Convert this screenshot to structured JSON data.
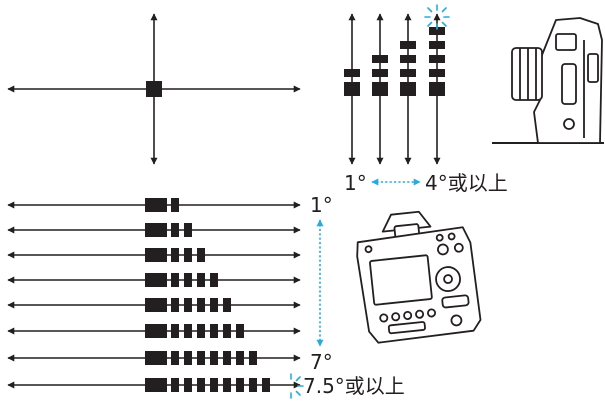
{
  "labels": {
    "tilt_min": "1°",
    "tilt_max": "4°或以上",
    "roll_min": "1°",
    "roll_mid": "7°",
    "roll_max": "7.5°或以上"
  },
  "colors": {
    "ink": "#231f20",
    "accent": "#29abe2",
    "camera_fill": "#ffffff"
  },
  "icons": {
    "burst": "sparkle-burst-icon",
    "camera_side": "camera-side-view-icon",
    "camera_back": "camera-back-view-icon"
  },
  "level_indicator": {
    "vertical_steps": [
      1,
      2,
      3,
      4
    ],
    "horizontal_steps": [
      1,
      2,
      3,
      4,
      5,
      6,
      7,
      8
    ]
  }
}
